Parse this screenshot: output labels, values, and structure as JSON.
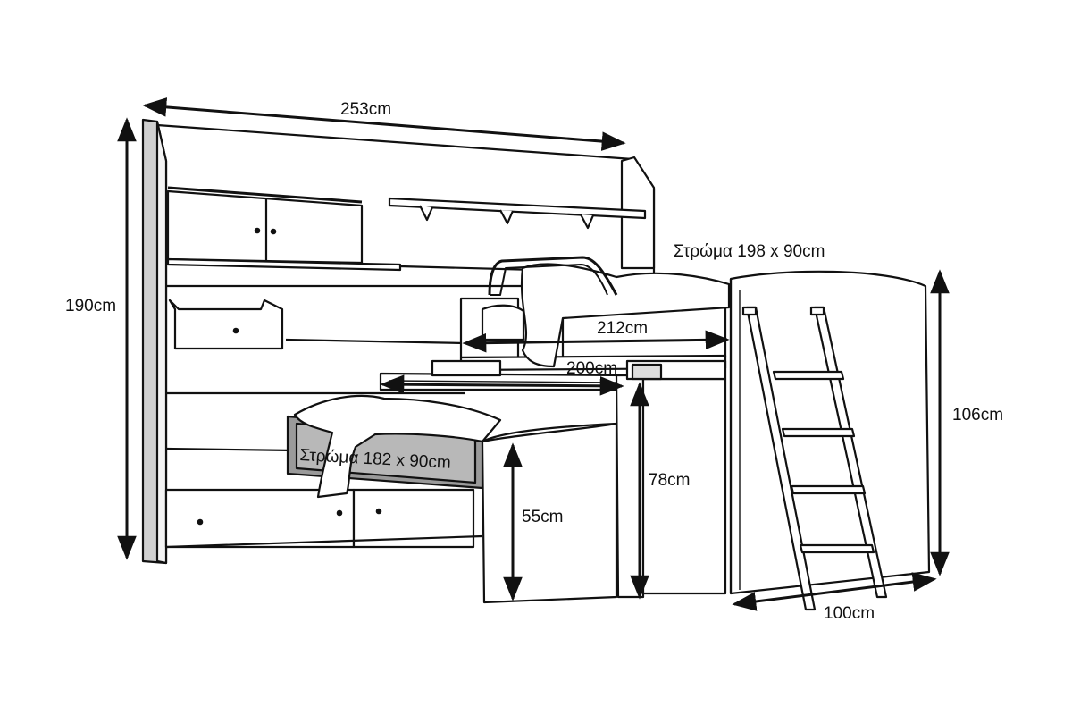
{
  "dimensions": {
    "total_width": "253cm",
    "total_height": "190cm",
    "upper_mattress": "Στρώμα 198 x 90cm",
    "upper_bed_length": "212cm",
    "desk_length": "200cm",
    "lower_mattress": "Στρώμα 182 x 90cm",
    "desk_leg_height": "78cm",
    "lower_bed_height": "55cm",
    "loft_height": "106cm",
    "loft_depth": "100cm"
  },
  "colors": {
    "line": "#111111",
    "fill": "#ffffff",
    "shade": "#bdbdbd",
    "dark": "#777777"
  }
}
